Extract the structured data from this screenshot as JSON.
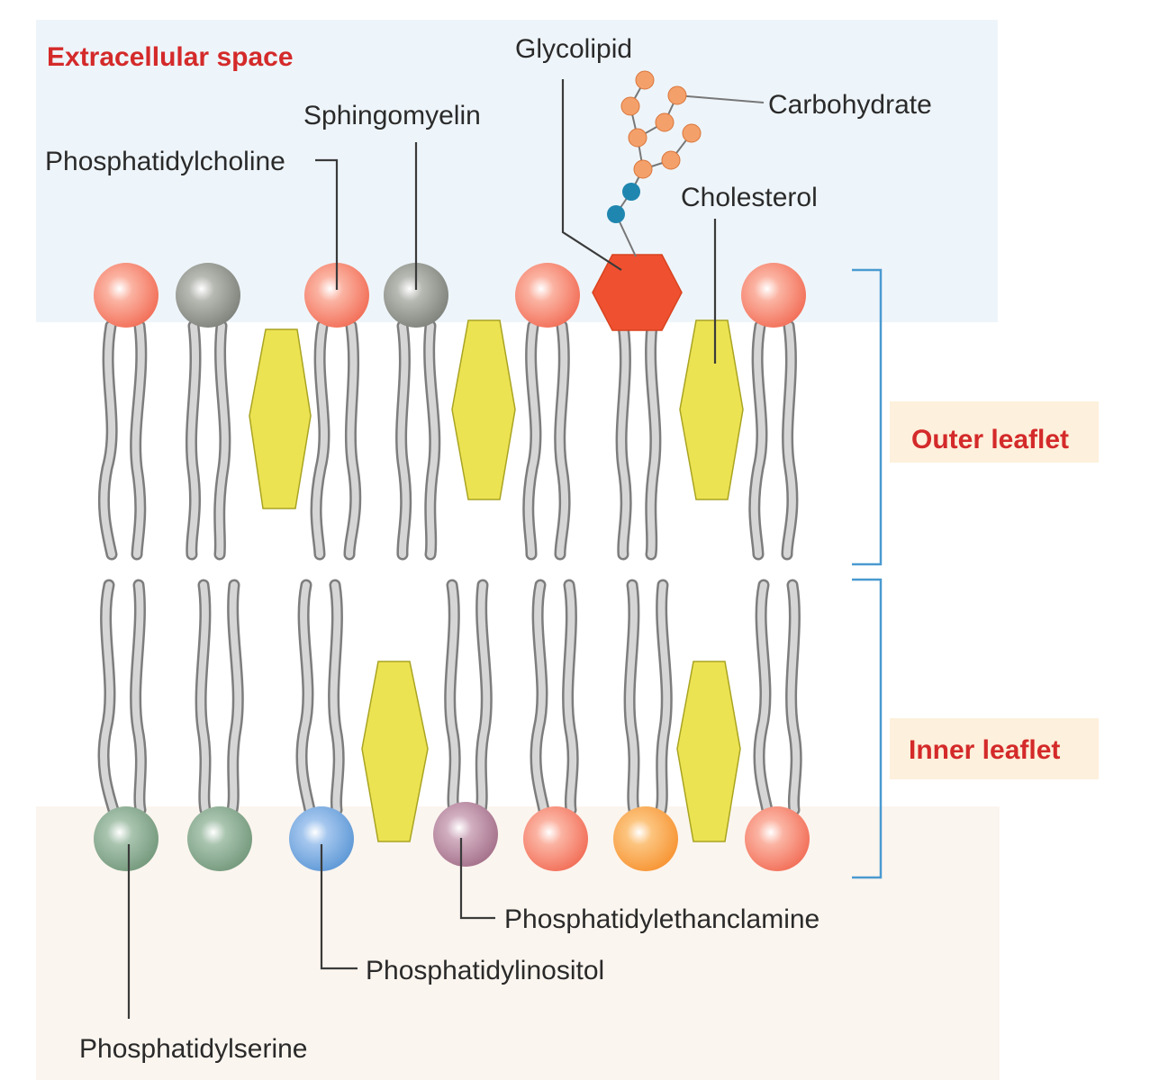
{
  "colors": {
    "extracellular_bg": "#eef5fa",
    "intracellular_bg": "#fbf5ef",
    "leaflet_label_bg": "#fdf0dc",
    "title_red": "#d42a2a",
    "phosphatidylcholine": "#f47a64",
    "sphingomyelin": "#8a8d86",
    "glycolipid_head": "#ef5030",
    "cholesterol": "#ece353",
    "carbohydrate_outer": "#f4a06a",
    "carbohydrate_inner": "#1f86b0",
    "phosphatidylserine": "#7fa588",
    "phosphatidylinositol": "#6aa4dc",
    "phosphatidylethanolamine": "#b27f98",
    "orange_head": "#f9a040",
    "bracket": "#4a9ad0"
  },
  "labels": {
    "extracellular_space": "Extracellular space",
    "glycolipid": "Glycolipid",
    "carbohydrate": "Carbohydrate",
    "sphingomyelin": "Sphingomyelin",
    "phosphatidylcholine": "Phosphatidylcholine",
    "cholesterol": "Cholesterol",
    "outer_leaflet": "Outer leaflet",
    "inner_leaflet": "Inner leaflet",
    "phosphatidylethanolamine": "Phosphatidylethanclamine",
    "phosphatidylinositol": "Phosphatidylinositol",
    "phosphatidylserine": "Phosphatidylserine"
  },
  "outer_leaflet_heads": [
    "phosphatidylcholine",
    "sphingomyelin",
    "phosphatidylcholine",
    "sphingomyelin",
    "phosphatidylcholine",
    "glycolipid",
    "phosphatidylcholine"
  ],
  "inner_leaflet_heads": [
    "phosphatidylserine",
    "phosphatidylserine",
    "phosphatidylinositol",
    "phosphatidylethanolamine",
    "phosphatidylcholine",
    "orange",
    "phosphatidylcholine"
  ]
}
